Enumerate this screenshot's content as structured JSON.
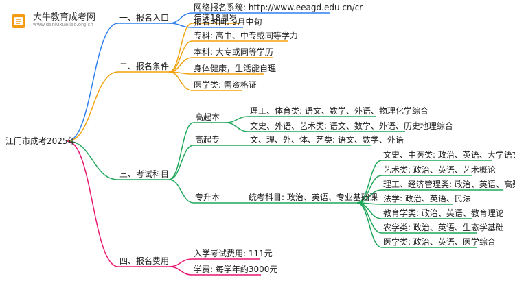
{
  "logo": {
    "title": "大牛教育成考网",
    "url": "www.daniuxueliao.org.cn"
  },
  "root": "江门市成考2025年",
  "sections": [
    {
      "label": "一、报名入口",
      "color": "#2f80ed",
      "items": [
        "网络报名系统: http://www.eeagd.edu.cn/cr",
        "报名时间: 9月中旬"
      ]
    },
    {
      "label": "二、报名条件",
      "color": "#f2a20c",
      "items": [
        "年满18周岁",
        "专科: 高中、中专或同等学力",
        "本科: 大专或同等学历",
        "身体健康，生活能自理",
        "医学类: 需资格证"
      ]
    },
    {
      "label": "三、考试科目",
      "color": "#1fa85a",
      "groups": [
        {
          "label": "高起本",
          "items": [
            "理工、体育类: 语文、数学、外语、物理化学综合",
            "文史、外语、艺术类: 语文、数学、外语、历史地理综合"
          ]
        },
        {
          "label": "高起专",
          "items": [
            "文、理、外、体、艺类: 语文、数学、外语"
          ]
        },
        {
          "label": "专升本",
          "unified": "统考科目: 政治、英语、专业基础课",
          "items": [
            "文史、中医类: 政治、英语、大学语文",
            "艺术类: 政治、英语、艺术概论",
            "理工、经济管理类: 政治、英语、高数（二）",
            "法学: 政治、英语、民法",
            "教育学类: 政治、英语、教育理论",
            "农学类: 政治、英语、生态学基础",
            "医学类: 政治、英语、医学综合"
          ]
        }
      ]
    },
    {
      "label": "四、报名费用",
      "color": "#e8176f",
      "items": [
        "入学考试费用: 111元",
        "学费: 每学年约3000元"
      ]
    }
  ]
}
